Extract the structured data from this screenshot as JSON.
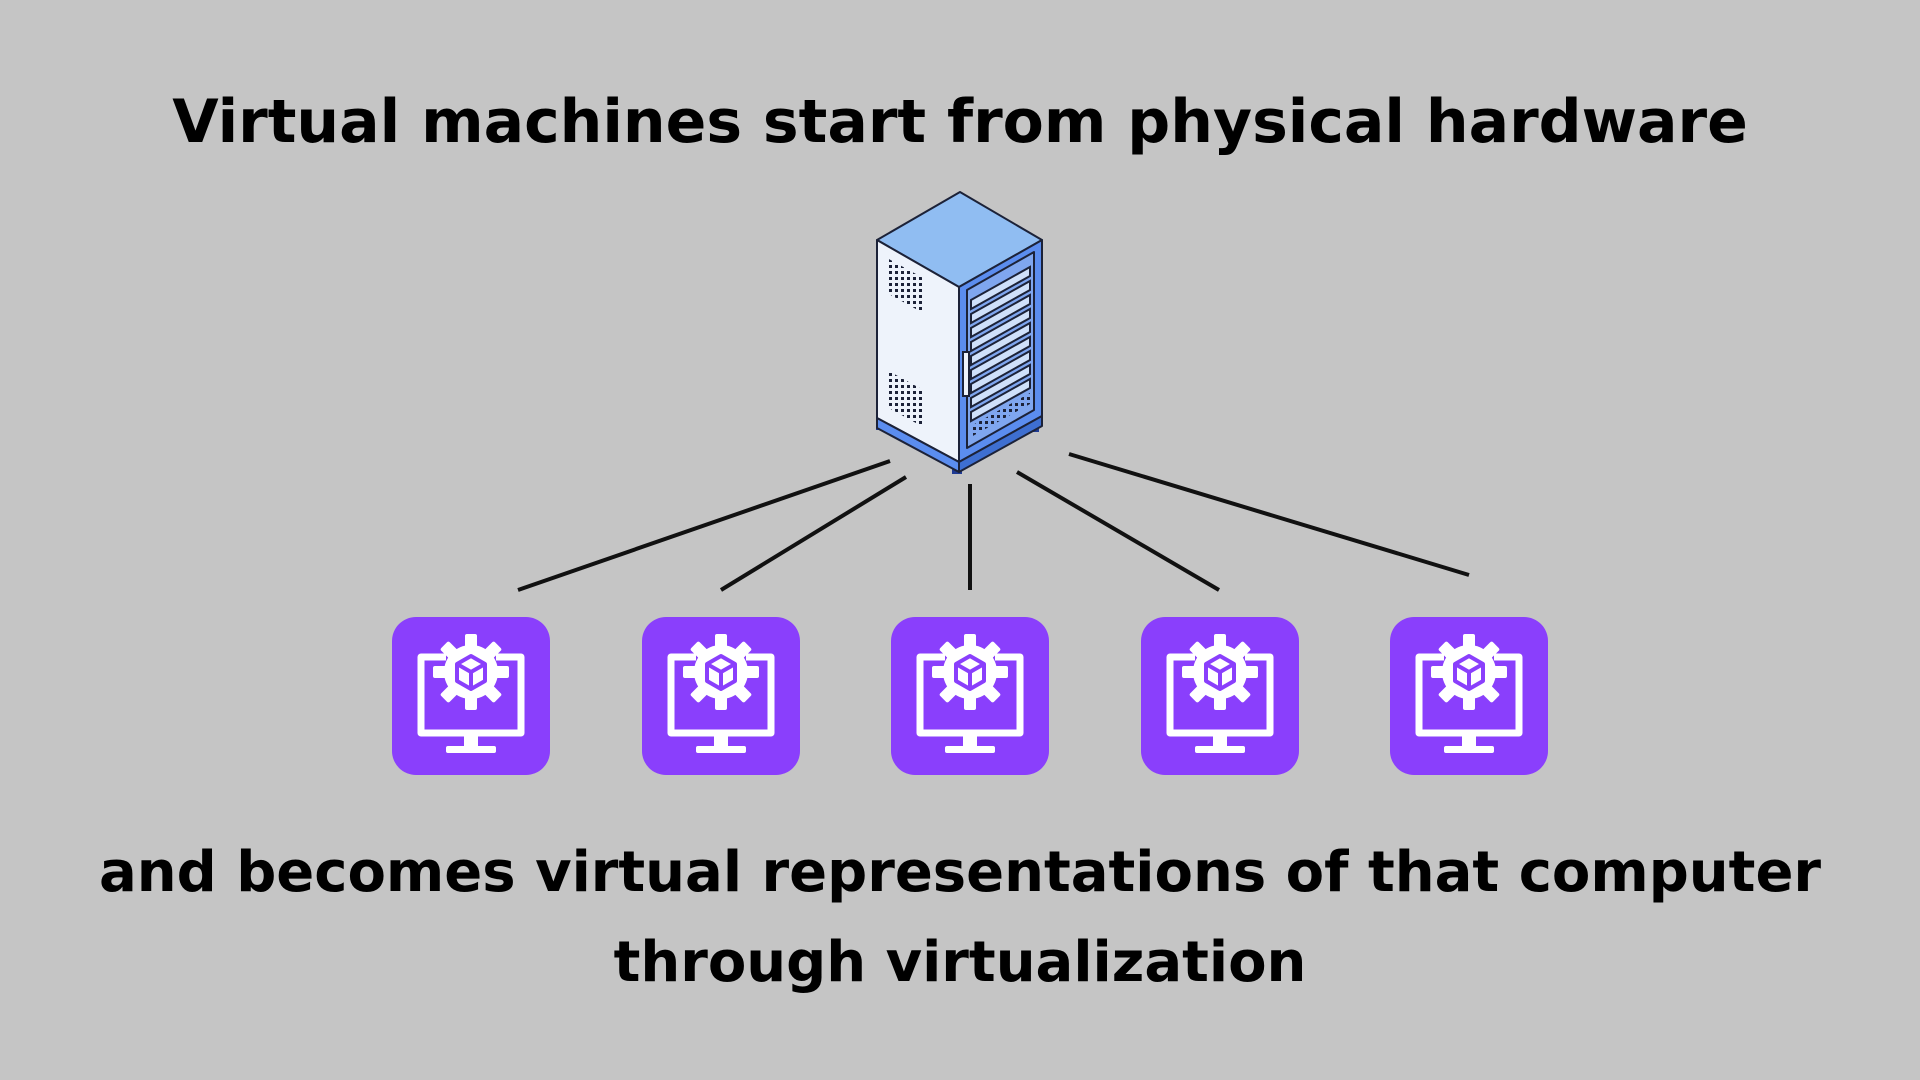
{
  "title": "Virtual machines start from physical hardware",
  "caption": {
    "line1": "and becomes virtual representations of that computer",
    "line2": "through virtualization"
  },
  "nodes": {
    "server": {
      "icon": "server-rack-icon"
    },
    "virtual_machines": [
      {
        "icon": "vm-monitor-icon"
      },
      {
        "icon": "vm-monitor-icon"
      },
      {
        "icon": "vm-monitor-icon"
      },
      {
        "icon": "vm-monitor-icon"
      },
      {
        "icon": "vm-monitor-icon"
      }
    ]
  },
  "colors": {
    "background": "#c5c5c5",
    "vm_tile": "#8a3ffc",
    "server_blue": "#5b8def",
    "server_light": "#e8f0fb",
    "connector": "#111111"
  }
}
